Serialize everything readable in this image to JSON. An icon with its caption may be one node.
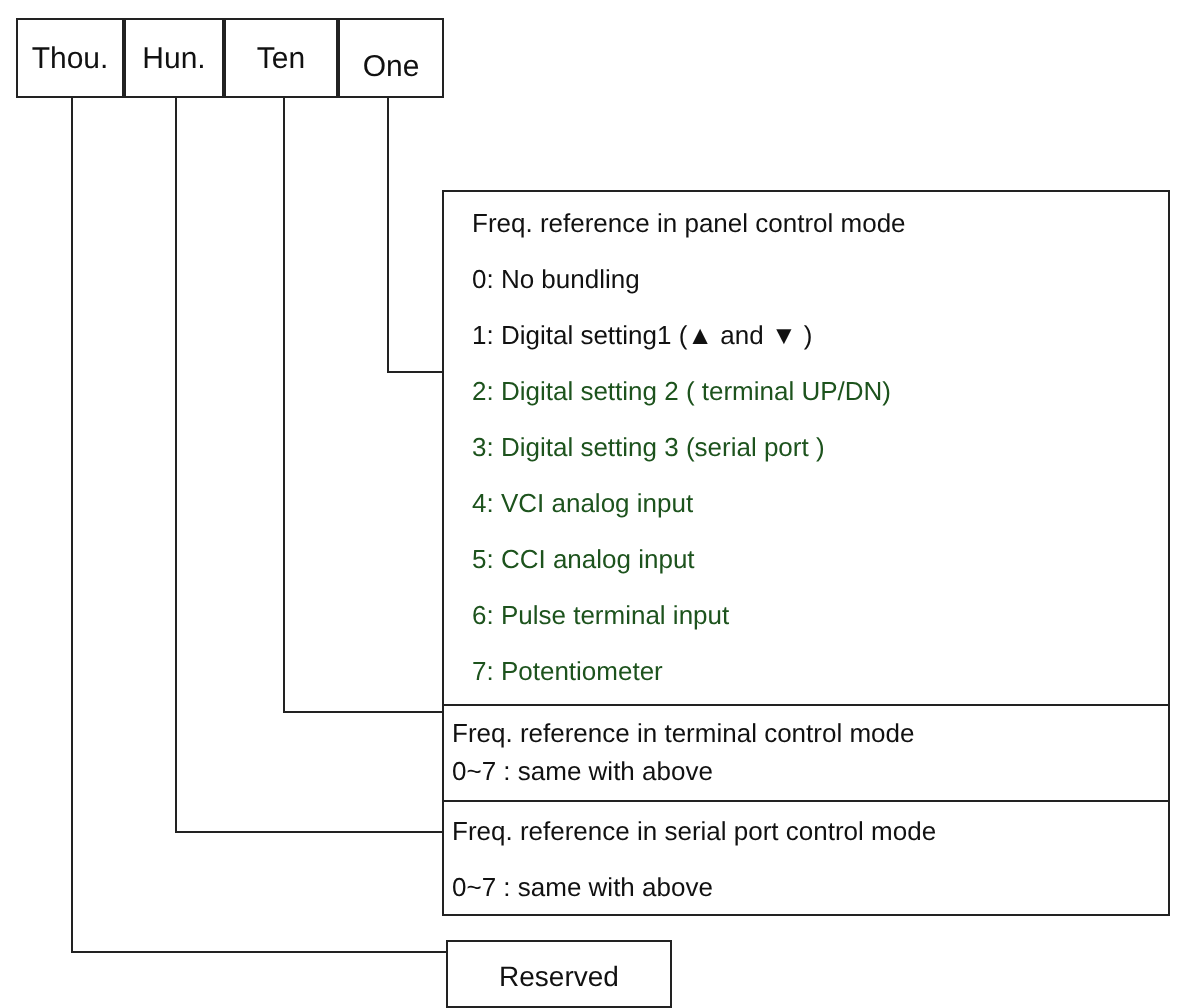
{
  "diagram": {
    "nodes": [
      {
        "text": [
          "Thou."
        ]
      },
      {
        "text": [
          "Hun."
        ]
      },
      {
        "text": [
          "Ten"
        ]
      },
      {
        "text": [
          "One"
        ]
      },
      {
        "text": [
          "Freq. reference in panel control mode",
          "0: No bundling",
          "1: Digital setting1 (▲ and ▼ )",
          "2: Digital setting 2 ( terminal UP/DN)",
          "3: Digital setting 3 (serial port )",
          "4: VCI analog input",
          "5: CCI analog input",
          "6: Pulse terminal input",
          "7: Potentiometer"
        ]
      },
      {
        "text": [
          "Freq. reference  in terminal control mode",
          "0~7 : same with above"
        ]
      },
      {
        "text": [
          "Freq. reference in serial port control mode",
          "0~7 : same with above"
        ]
      },
      {
        "text": [
          "Reserved"
        ]
      }
    ],
    "edges": [
      {
        "from": 3,
        "to": 4,
        "arrow": "none"
      },
      {
        "from": 2,
        "to": 5,
        "arrow": "none"
      },
      {
        "from": 1,
        "to": 6,
        "arrow": "none"
      },
      {
        "from": 0,
        "to": 7,
        "arrow": "none"
      }
    ]
  }
}
